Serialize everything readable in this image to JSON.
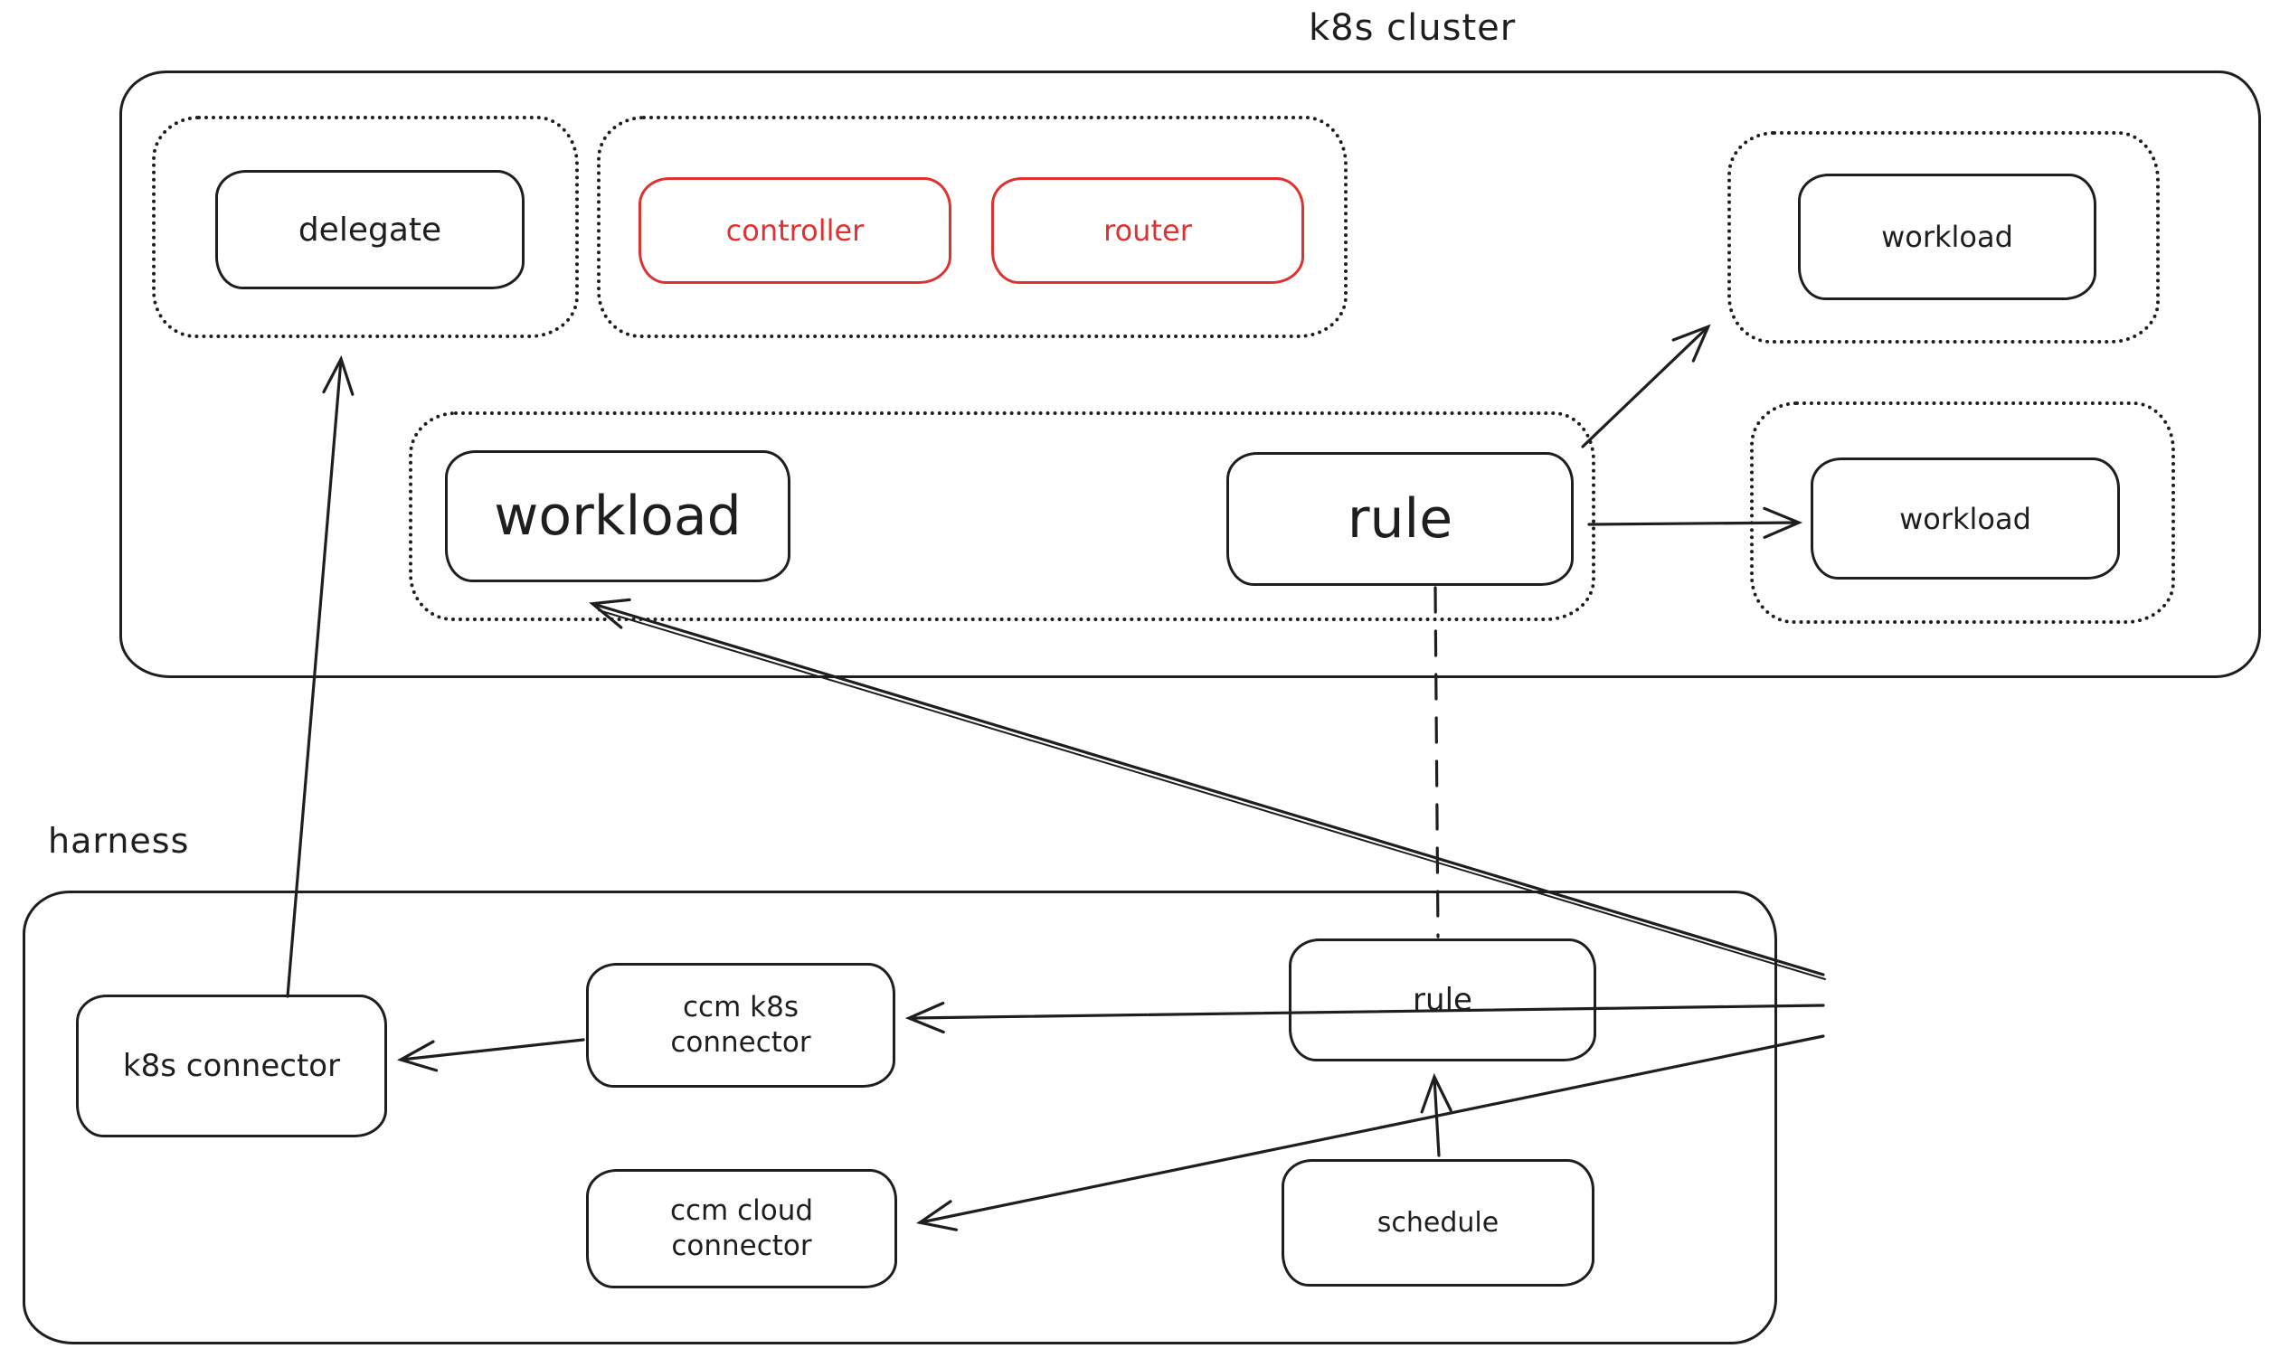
{
  "diagram": {
    "ink_color": "#1e1e1e",
    "accent_color": "#e03131",
    "background": "#ffffff"
  },
  "clusters": {
    "k8s": {
      "label": "k8s cluster"
    },
    "harness": {
      "label": "harness"
    }
  },
  "nodes": {
    "delegate": {
      "label": "delegate"
    },
    "controller": {
      "label": "controller"
    },
    "router": {
      "label": "router"
    },
    "workload_top_right": {
      "label": "workload"
    },
    "workload_main": {
      "label": "workload"
    },
    "rule_cluster": {
      "label": "rule"
    },
    "workload_right": {
      "label": "workload"
    },
    "k8s_connector": {
      "label": "k8s connector"
    },
    "ccm_k8s_connector": {
      "line1": "ccm k8s",
      "line2": "connector"
    },
    "ccm_cloud_connector": {
      "line1": "ccm cloud",
      "line2": "connector"
    },
    "rule_harness": {
      "label": "rule"
    },
    "schedule": {
      "label": "schedule"
    }
  },
  "edges": [
    {
      "from": "k8s_connector",
      "to": "delegate",
      "style": "solid-arrow"
    },
    {
      "from": "rule_harness",
      "to": "workload_main",
      "style": "solid-arrow"
    },
    {
      "from": "rule_harness",
      "to": "ccm_k8s_connector",
      "style": "solid-arrow"
    },
    {
      "from": "rule_harness",
      "to": "ccm_cloud_connector",
      "style": "solid-arrow"
    },
    {
      "from": "ccm_k8s_connector",
      "to": "k8s_connector",
      "style": "solid-arrow"
    },
    {
      "from": "schedule",
      "to": "rule_harness",
      "style": "solid-arrow"
    },
    {
      "from": "rule_cluster",
      "to": "workload_top_right",
      "style": "solid-arrow"
    },
    {
      "from": "rule_cluster",
      "to": "workload_right",
      "style": "solid-arrow"
    },
    {
      "from": "rule_cluster",
      "to": "rule_harness",
      "style": "dashed-line"
    }
  ]
}
